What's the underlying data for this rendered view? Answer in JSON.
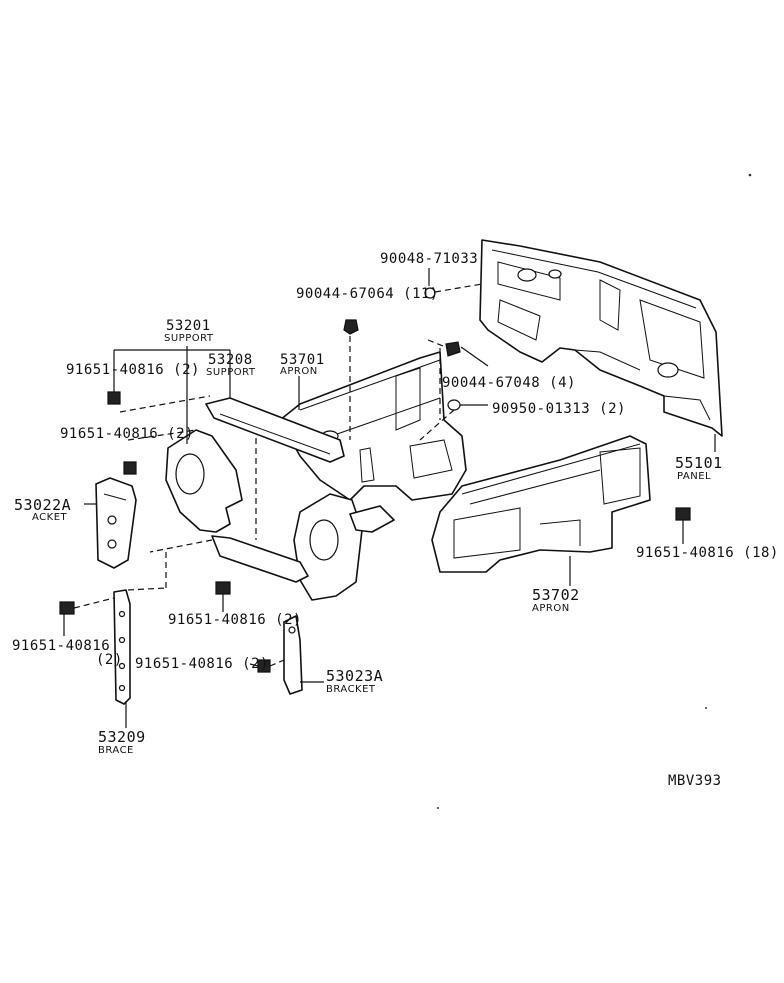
{
  "parts": {
    "p53201": {
      "number": "53201",
      "name": "SUPPORT"
    },
    "p53208": {
      "number": "53208",
      "name": "SUPPORT"
    },
    "p53701": {
      "number": "53701",
      "name": "APRON"
    },
    "p53702": {
      "number": "53702",
      "name": "APRON"
    },
    "p55101": {
      "number": "55101",
      "name": "PANEL"
    },
    "p53022A": {
      "number": "53022A",
      "name": "ACKET"
    },
    "p53023A": {
      "number": "53023A",
      "name": "BRACKET"
    },
    "p53209": {
      "number": "53209",
      "name": "BRACE"
    }
  },
  "fasteners": {
    "f90048": "90048-71033",
    "f90044a": "90044-67064 (11)",
    "f90044b": "90044-67048 (4)",
    "f90950": "90950-01313 (2)",
    "f91651a": "91651-40816 (2)",
    "f91651b": "91651-40816 (2)",
    "f91651c": "91651-40816 (18)",
    "f91651d": "91651-40816 (2)",
    "f91651e_line1": "91651-40816",
    "f91651e_line2": "(2)",
    "f91651f": "91651-40816 (2)"
  },
  "diagram_code": "MBV393"
}
